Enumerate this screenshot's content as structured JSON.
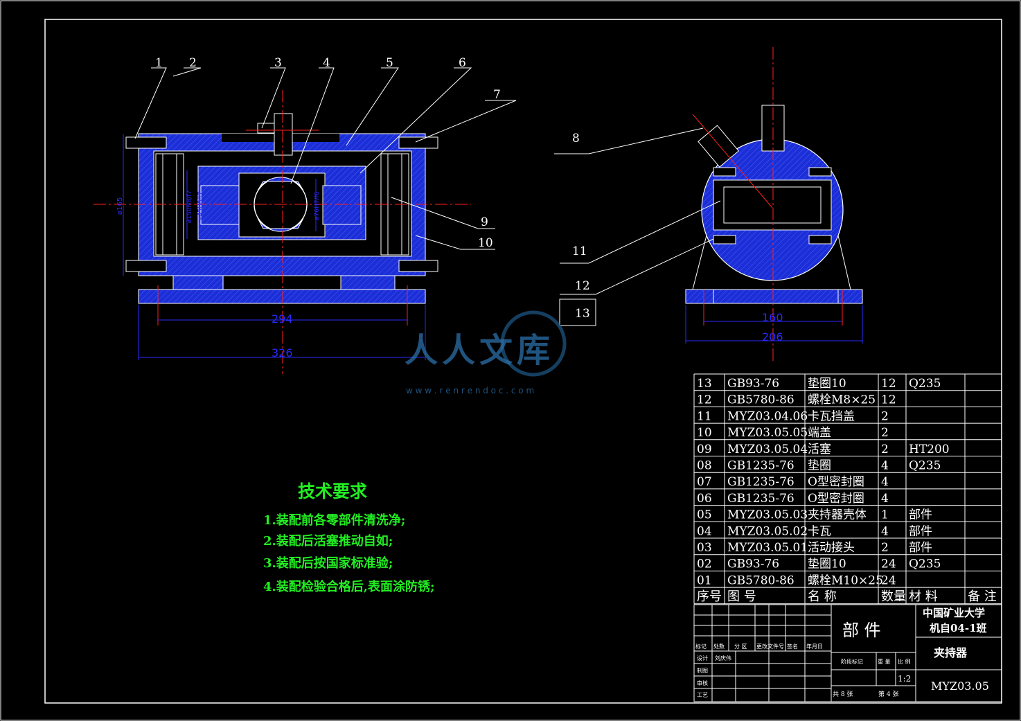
{
  "balloons": [
    "1",
    "2",
    "3",
    "4",
    "5",
    "6",
    "7",
    "8",
    "9",
    "10",
    "11",
    "12",
    "13"
  ],
  "dims": {
    "left_inner": "294",
    "left_outer": "326",
    "right_inner": "160",
    "right_outer": "206",
    "dia_165": "ø165",
    "fit_1": "ø150H8/f7",
    "fit_2": "ø45H8/f7",
    "fit_3": "ø76H7/f6"
  },
  "watermark": {
    "text": "人人文库",
    "url": "w w w . r e n r e n d o c . c o m"
  },
  "tech_requirements": {
    "title": "技术要求",
    "items": [
      "1.装配前各零部件清洗净;",
      "2.装配后活塞推动自如;",
      "3.装配后按国家标准验;",
      "4.装配检验合格后,表面涂防锈;"
    ]
  },
  "bom": {
    "rows": [
      {
        "no": "13",
        "code": "GB93-76",
        "name": "垫圈10",
        "qty": "12",
        "material": "Q235",
        "note": ""
      },
      {
        "no": "12",
        "code": "GB5780-86",
        "name": "螺栓M8×25",
        "qty": "12",
        "material": "",
        "note": ""
      },
      {
        "no": "11",
        "code": "MYZ03.04.06",
        "name": "卡瓦挡盖",
        "qty": "2",
        "material": "",
        "note": ""
      },
      {
        "no": "10",
        "code": "MYZ03.05.05",
        "name": "端盖",
        "qty": "2",
        "material": "",
        "note": ""
      },
      {
        "no": "09",
        "code": "MYZ03.05.04",
        "name": "活塞",
        "qty": "2",
        "material": "HT200",
        "note": ""
      },
      {
        "no": "08",
        "code": "GB1235-76",
        "name": "垫圈",
        "qty": "4",
        "material": "Q235",
        "note": ""
      },
      {
        "no": "07",
        "code": "GB1235-76",
        "name": "O型密封圈",
        "qty": "4",
        "material": "",
        "note": ""
      },
      {
        "no": "06",
        "code": "GB1235-76",
        "name": "O型密封圈",
        "qty": "4",
        "material": "",
        "note": ""
      },
      {
        "no": "05",
        "code": "MYZ03.05.03",
        "name": "夹持器壳体",
        "qty": "1",
        "material": "部件",
        "note": ""
      },
      {
        "no": "04",
        "code": "MYZ03.05.02",
        "name": "卡瓦",
        "qty": "4",
        "material": "部件",
        "note": ""
      },
      {
        "no": "03",
        "code": "MYZ03.05.01",
        "name": "活动接头",
        "qty": "2",
        "material": "部件",
        "note": ""
      },
      {
        "no": "02",
        "code": "GB93-76",
        "name": "垫圈10",
        "qty": "24",
        "material": "Q235",
        "note": ""
      },
      {
        "no": "01",
        "code": "GB5780-86",
        "name": "螺栓M10×25",
        "qty": "24",
        "material": "",
        "note": ""
      }
    ],
    "header": {
      "no": "序号",
      "code": "图 号",
      "name": "名 称",
      "qty": "数量",
      "material": "材 料",
      "note": "备 注"
    }
  },
  "title_block": {
    "component": "部 件",
    "school": "中国矿业大学",
    "class": "机自04-1班",
    "drawing_name": "夹持器",
    "drawing_no": "MYZ03.05",
    "scale": "1:2",
    "sheets": "共 8 张",
    "sheet": "第 4 张",
    "stage_label": "阶段标记",
    "weight_label": "重 量",
    "scale_label": "比 例",
    "rev_labels": [
      "标记",
      "处数",
      "分 区",
      "更改文件号",
      "签名",
      "年月日"
    ],
    "design_label": "设计",
    "designer": "刘庆伟",
    "draw_label": "制图",
    "check_label": "审核",
    "process_label": "工艺"
  }
}
